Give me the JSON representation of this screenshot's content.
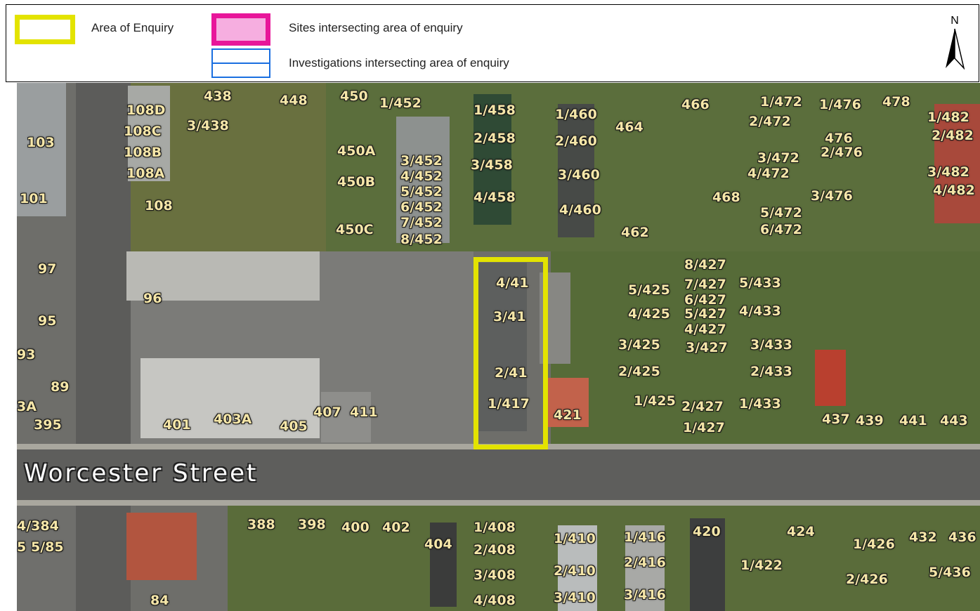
{
  "legend": {
    "area_of_enquiry": "Area of Enquiry",
    "sites": "Sites intersecting area of enquiry",
    "investigations": "Investigations intersecting area of enquiry"
  },
  "north_arrow": {
    "label": "N",
    "icon": "north-arrow-icon"
  },
  "colors": {
    "area_of_enquiry": "#e3e300",
    "sites_border": "#e8169a",
    "sites_fill": "#f6aee0",
    "investigations": "#1a6fe0",
    "label_text": "#f5e6a8"
  },
  "street_name": "Worcester Street",
  "property_labels": [
    "438",
    "448",
    "450",
    "1/452",
    "1/458",
    "1/460",
    "466",
    "1/472",
    "1/476",
    "478",
    "1/482",
    "108D",
    "108C",
    "108B",
    "108A",
    "3/438",
    "103",
    "101",
    "108",
    "450A",
    "450B",
    "450C",
    "3/452",
    "4/452",
    "5/452",
    "6/452",
    "7/452",
    "8/452",
    "2/458",
    "3/458",
    "4/458",
    "2/460",
    "3/460",
    "4/460",
    "464",
    "462",
    "468",
    "2/472",
    "3/472",
    "4/472",
    "5/472",
    "6/472",
    "476",
    "2/476",
    "3/476",
    "2/482",
    "3/482",
    "4/482",
    "97",
    "96",
    "95",
    "93",
    "89",
    "3A",
    "395",
    "401",
    "403A",
    "405",
    "407",
    "411",
    "4/41",
    "3/41",
    "2/41",
    "1/417",
    "421",
    "8/427",
    "7/427",
    "6/427",
    "5/427",
    "4/427",
    "3/427",
    "2/427",
    "1/427",
    "5/425",
    "4/425",
    "3/425",
    "2/425",
    "1/425",
    "5/433",
    "4/433",
    "3/433",
    "2/433",
    "1/433",
    "437",
    "439",
    "441",
    "443",
    "4/384",
    "5",
    "5/85",
    "84",
    "388",
    "398",
    "400",
    "402",
    "404",
    "1/408",
    "2/408",
    "3/408",
    "4/408",
    "1/410",
    "2/410",
    "3/410",
    "1/416",
    "2/416",
    "3/416",
    "420",
    "424",
    "1/422",
    "1/426",
    "2/426",
    "432",
    "436",
    "5/436"
  ]
}
